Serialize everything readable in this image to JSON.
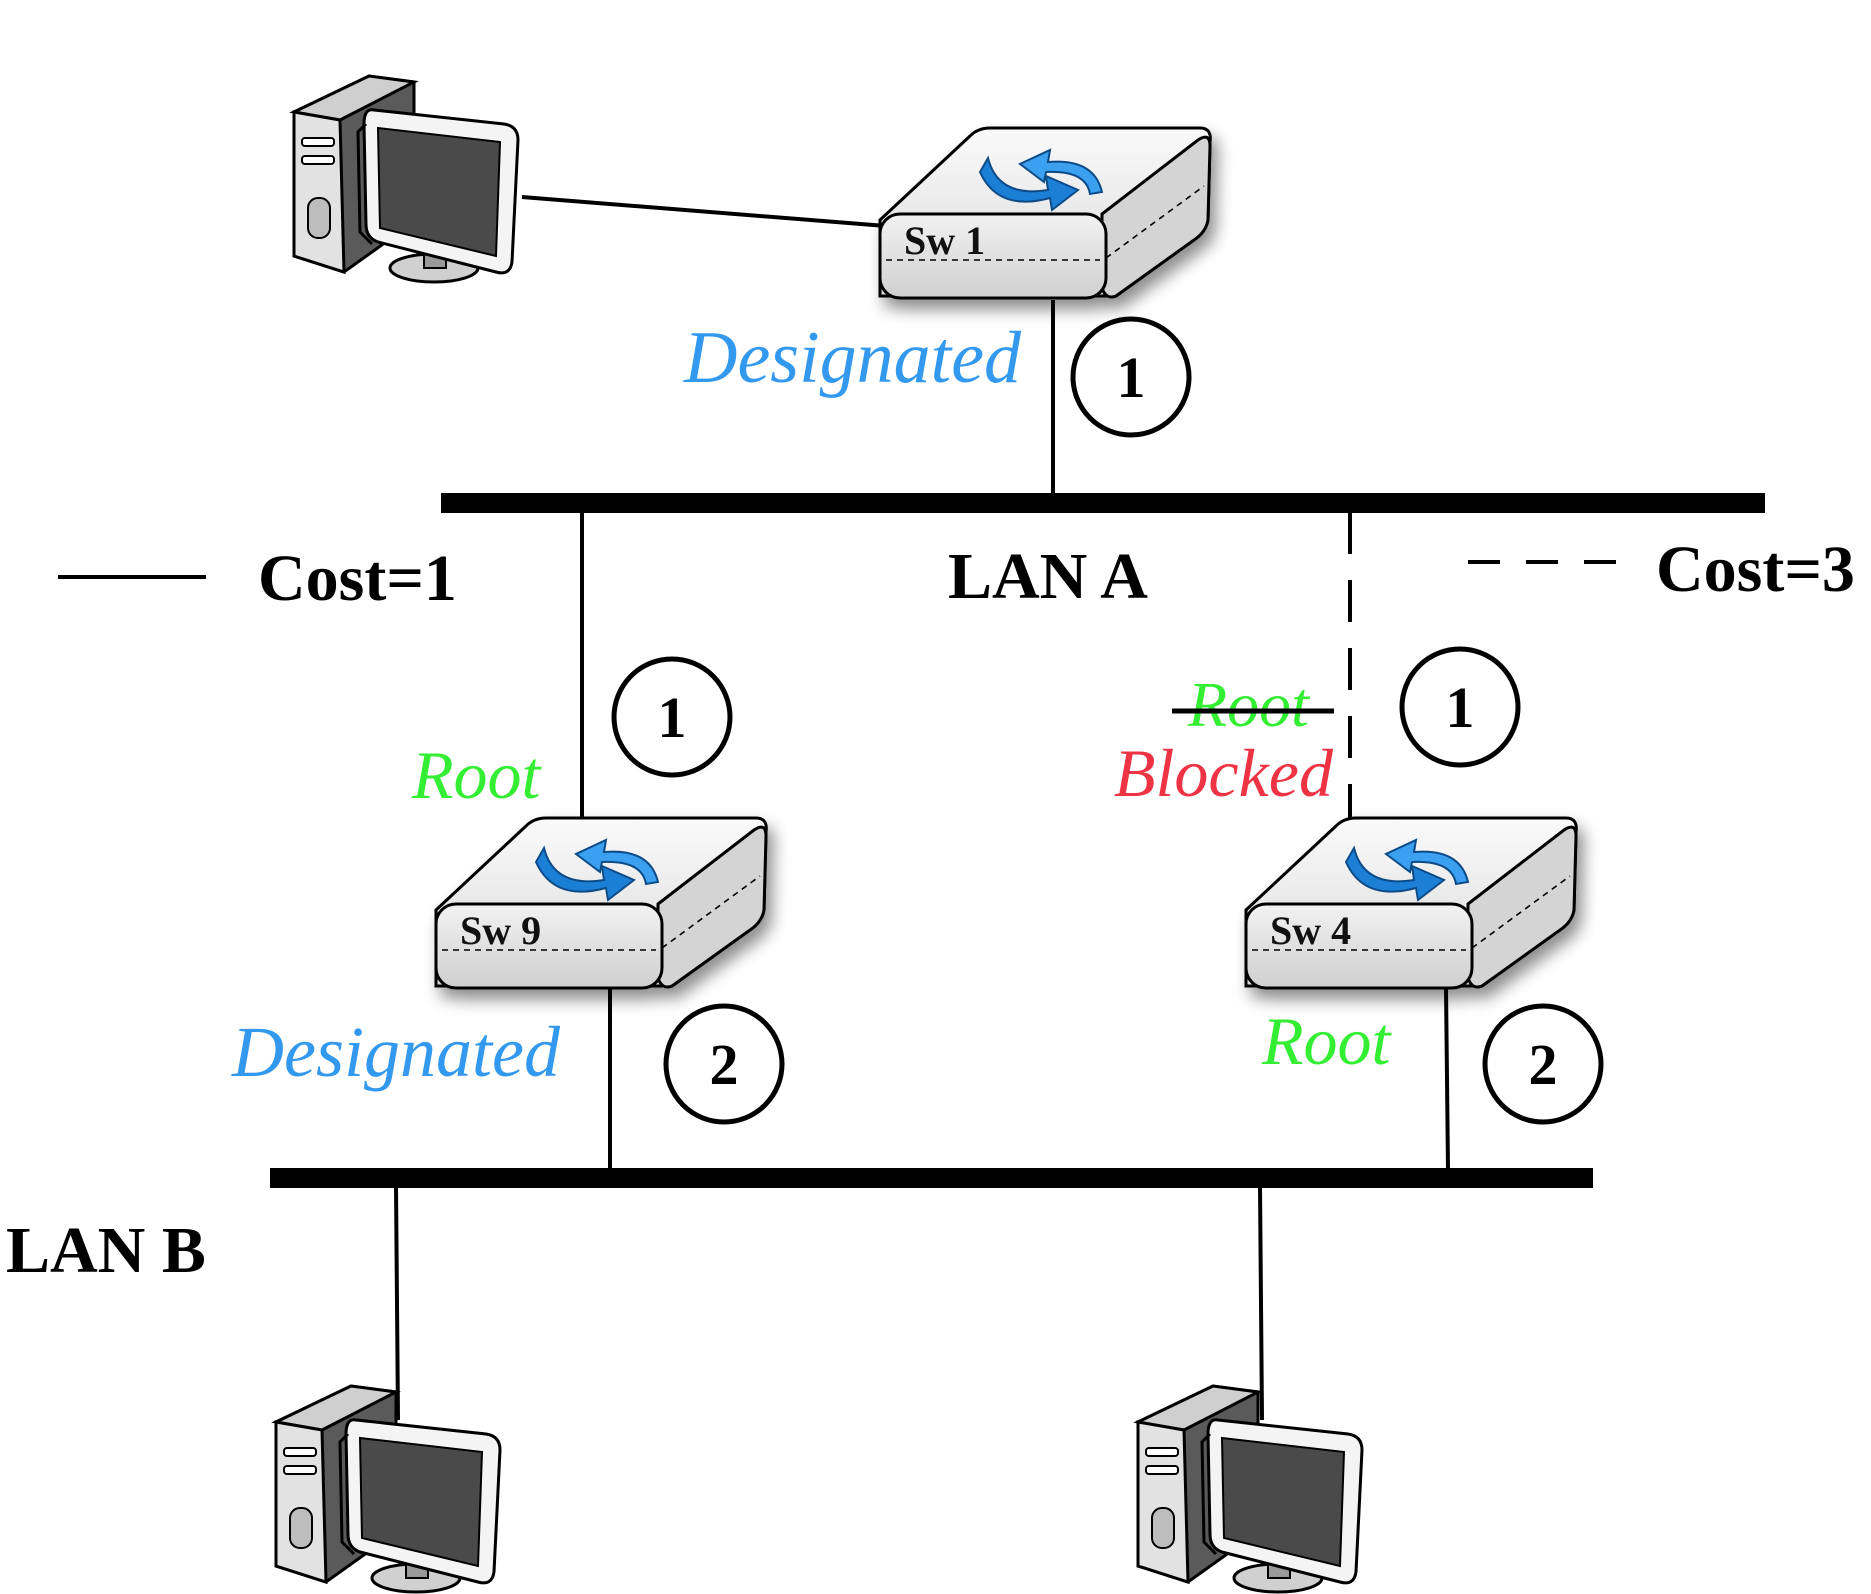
{
  "colors": {
    "designated": "#3399ee",
    "root": "#33ee33",
    "blocked": "#ee3344",
    "link": "#000000",
    "switch_body": "#e8e8e8",
    "arrow": "#2288dd"
  },
  "legend": {
    "solid_label": "Cost=1",
    "dashed_label": "Cost=3"
  },
  "lans": {
    "a": "LAN A",
    "b": "LAN B"
  },
  "switches": {
    "sw1": {
      "name": "Sw 1",
      "icon": "switch-icon",
      "port": {
        "number": "1",
        "role": "Designated"
      }
    },
    "sw9": {
      "name": "Sw 9",
      "icon": "switch-icon",
      "port1": {
        "number": "1",
        "role": "Root"
      },
      "port2": {
        "number": "2",
        "role": "Designated"
      }
    },
    "sw4": {
      "name": "Sw 4",
      "icon": "switch-icon",
      "port1": {
        "number": "1",
        "previous_role": "Root",
        "role": "Blocked"
      },
      "port2": {
        "number": "2",
        "role": "Root"
      }
    }
  },
  "hosts": [
    "computer-icon",
    "computer-icon",
    "computer-icon"
  ]
}
